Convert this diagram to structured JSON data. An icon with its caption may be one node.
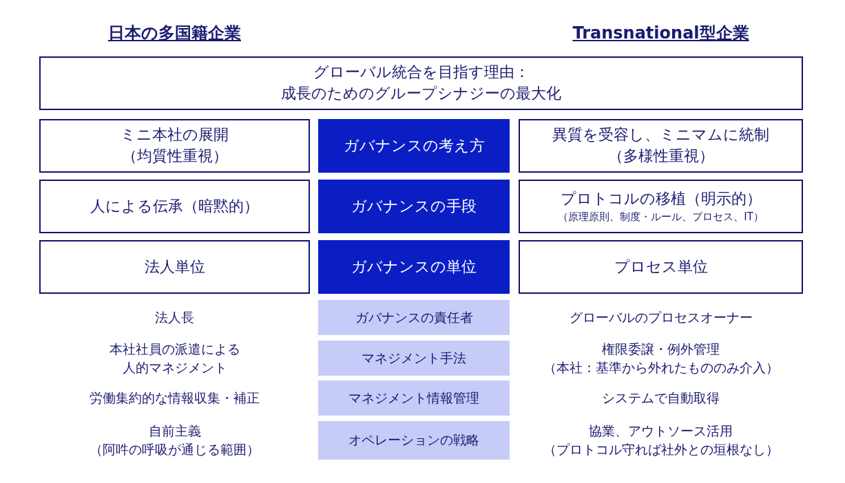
{
  "diagram": {
    "nodes": [
      {
        "text": [
          "グローバル統合を目指す理由：成長のためのグループシナジーの最大化"
        ]
      },
      {
        "text": [
          "ミニ本社の展開（均質性重視）"
        ]
      },
      {
        "text": [
          "ガバナンスの考え方"
        ]
      },
      {
        "text": [
          "異質を受容し、ミニマムに統制（多様性重視）"
        ]
      },
      {
        "text": [
          "人による伝承（暗黙的）"
        ]
      },
      {
        "text": [
          "ガバナンスの手段"
        ]
      },
      {
        "text": [
          "プロトコルの移植（明示的）",
          "（原理原則、制度・ルール、プロセス、IT）"
        ]
      },
      {
        "text": [
          "法人単位"
        ]
      },
      {
        "text": [
          "ガバナンスの単位"
        ]
      },
      {
        "text": [
          "プロセス単位"
        ]
      },
      {
        "text": [
          "ガバナンスの責任者"
        ]
      },
      {
        "text": [
          "マネジメント手法"
        ]
      },
      {
        "text": [
          "マネジメント情報管理"
        ]
      },
      {
        "text": [
          "オペレーションの戦略"
        ]
      }
    ],
    "edges": [],
    "labels": [
      "日本の多国籍企業",
      "Transnational型企業",
      "法人長",
      "グローバルのプロセスオーナー",
      "本社社員の派遣による人的マネジメント",
      "権限委譲・例外管理（本社：基準から外れたもののみ介入）",
      "労働集約的な情報収集・補正",
      "システムで自動取得",
      "自前主義（阿吽の呼吸が通じる範囲）",
      "協業、アウトソース活用（プロトコル守れば社外との垣根なし）"
    ]
  }
}
